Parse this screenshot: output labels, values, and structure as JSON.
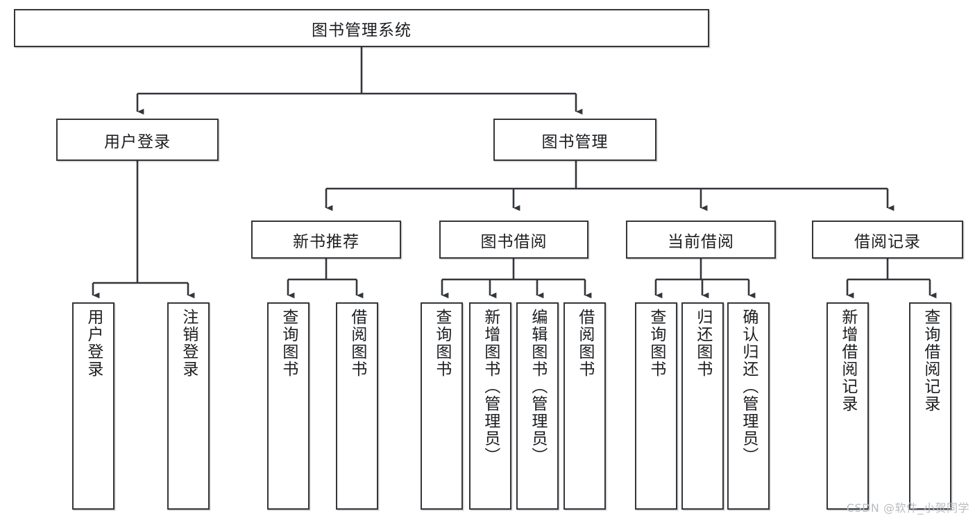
{
  "diagram": {
    "title": "图书管理系统",
    "watermark": "CSDN @软件_小贺同学",
    "line_color": "#33363a",
    "box_fill": "#ffffff",
    "text_color": "#1b1d20",
    "root": {
      "id": "root",
      "label": "图书管理系统",
      "orientation": "horizontal"
    },
    "level2": [
      {
        "id": "user-login",
        "label": "用户登录",
        "orientation": "horizontal"
      },
      {
        "id": "book-manage",
        "label": "图书管理",
        "orientation": "horizontal"
      }
    ],
    "level3": [
      {
        "id": "new-book-recommend",
        "label": "新书推荐",
        "orientation": "horizontal"
      },
      {
        "id": "book-borrow",
        "label": "图书借阅",
        "orientation": "horizontal"
      },
      {
        "id": "current-borrow",
        "label": "当前借阅",
        "orientation": "horizontal"
      },
      {
        "id": "borrow-record",
        "label": "借阅记录",
        "orientation": "horizontal"
      }
    ],
    "leaves": {
      "user_login": [
        {
          "id": "leaf-user-login",
          "label": "用户登录"
        },
        {
          "id": "leaf-user-logout",
          "label": "注销登录"
        }
      ],
      "new_book_recommend": [
        {
          "id": "leaf-query-book-1",
          "label": "查询图书"
        },
        {
          "id": "leaf-borrow-book-1",
          "label": "借阅图书"
        }
      ],
      "book_borrow": [
        {
          "id": "leaf-query-book-2",
          "label": "查询图书"
        },
        {
          "id": "leaf-add-book",
          "label": "新增图书（管理员）"
        },
        {
          "id": "leaf-edit-book",
          "label": "编辑图书（管理员）"
        },
        {
          "id": "leaf-borrow-book-2",
          "label": "借阅图书"
        }
      ],
      "current_borrow": [
        {
          "id": "leaf-query-book-3",
          "label": "查询图书"
        },
        {
          "id": "leaf-return-book",
          "label": "归还图书"
        },
        {
          "id": "leaf-confirm-return",
          "label": "确认归还（管理员）"
        }
      ],
      "borrow_record": [
        {
          "id": "leaf-add-record",
          "label": "新增借阅记录"
        },
        {
          "id": "leaf-query-record",
          "label": "查询借阅记录"
        }
      ]
    }
  }
}
